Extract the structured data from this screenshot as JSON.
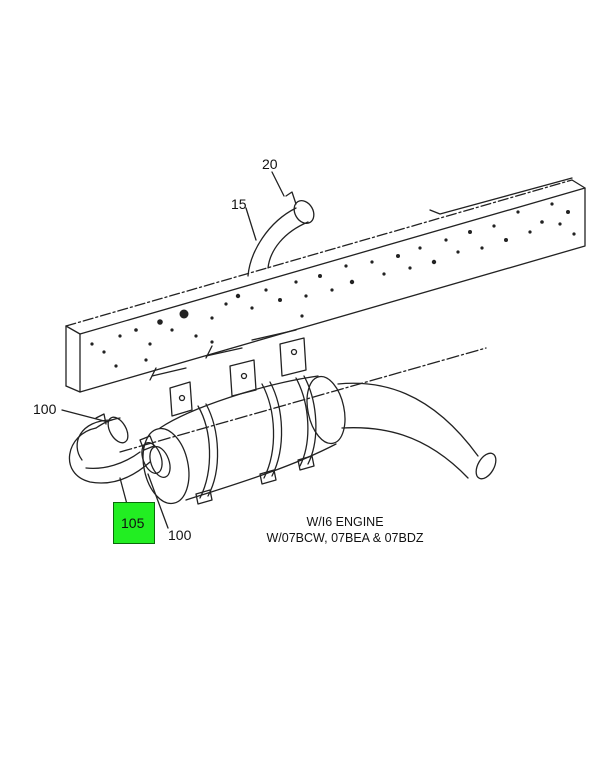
{
  "diagram": {
    "callouts": {
      "c20": "20",
      "c15": "15",
      "c100_left": "100",
      "c100_right": "100",
      "c105": "105"
    },
    "note": {
      "line1": "W/I6 ENGINE",
      "line2": "W/07BCW, 07BEA & 07BDZ"
    },
    "highlight_color": "#22ee22"
  }
}
